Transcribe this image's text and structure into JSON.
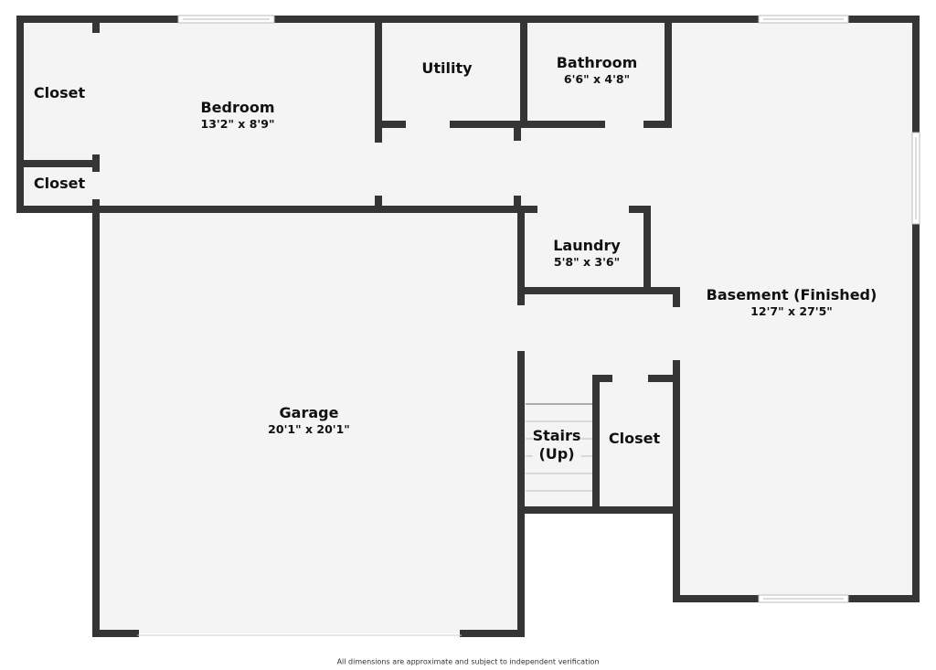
{
  "rooms": {
    "closet_top": {
      "name": "Closet"
    },
    "closet_small": {
      "name": "Closet"
    },
    "bedroom": {
      "name": "Bedroom",
      "dims": "13'2\" x 8'9\""
    },
    "utility": {
      "name": "Utility"
    },
    "bathroom": {
      "name": "Bathroom",
      "dims": "6'6\" x 4'8\""
    },
    "laundry": {
      "name": "Laundry",
      "dims": "5'8\" x 3'6\""
    },
    "basement": {
      "name": "Basement (Finished)",
      "dims": "12'7\" x 27'5\""
    },
    "garage": {
      "name": "Garage",
      "dims": "20'1\" x 20'1\""
    },
    "stairs": {
      "name": "Stairs",
      "name2": "(Up)"
    },
    "closet_lower": {
      "name": "Closet"
    }
  },
  "footer": "All dimensions are approximate and subject to independent verification",
  "colors": {
    "wall": "#353535",
    "floor": "#f4f4f4"
  }
}
